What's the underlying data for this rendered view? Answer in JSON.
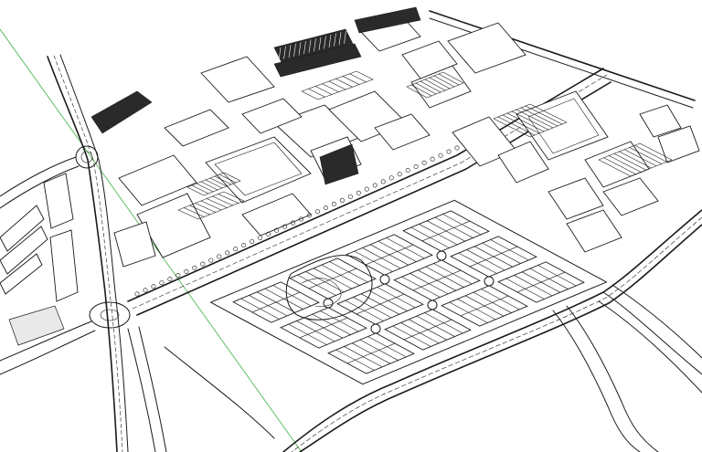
{
  "view": {
    "background": "#ffffff",
    "line_color": "#1a1a1a",
    "axis_color": "#3cb043"
  },
  "plan": {
    "blocks_rows": 3,
    "blocks_cols": 3,
    "parking_rows": 6,
    "trees": 40
  }
}
